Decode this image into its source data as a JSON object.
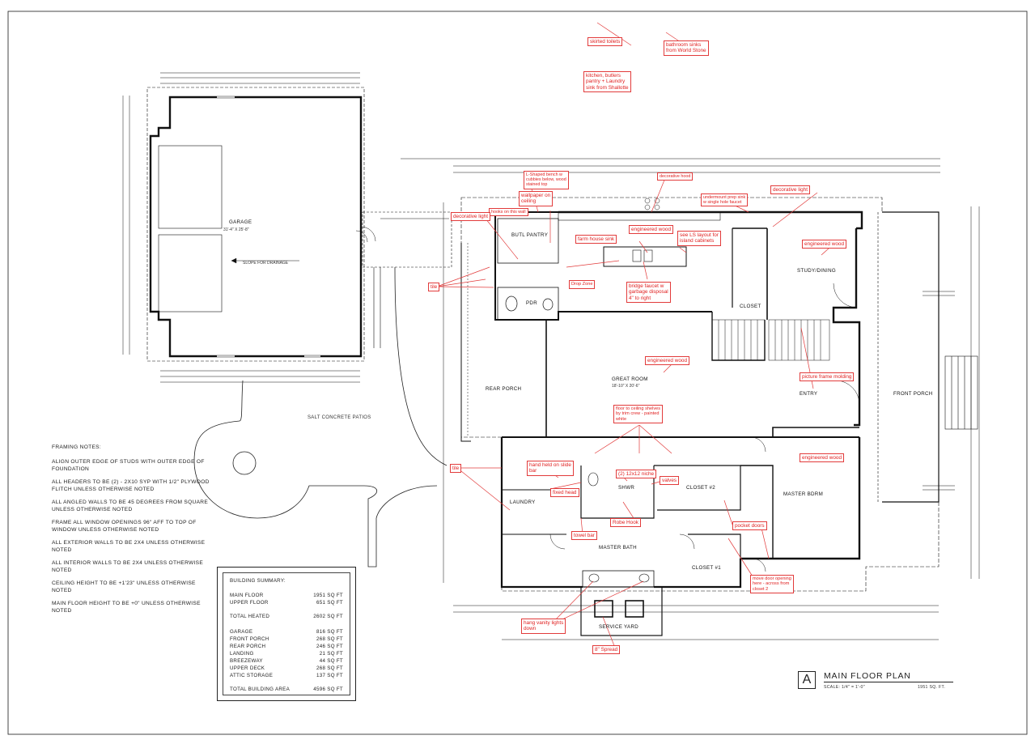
{
  "sheet": {
    "title": "MAIN FLOOR PLAN",
    "badge": "A",
    "scale": "SCALE: 1/4\" = 1'-0\"",
    "area": "1951 SQ. FT."
  },
  "rooms": {
    "garage": "GARAGE",
    "garage_dim": "31'-4\" X 25'-8\"",
    "great_room": "GREAT ROOM",
    "great_room_dim": "18'-10\" X 20'-6\"",
    "rear_porch": "REAR PORCH",
    "front_porch": "FRONT PORCH",
    "entry": "ENTRY",
    "study_dining": "STUDY/DINING",
    "master_bdrm": "MASTER BDRM",
    "master_bath": "MASTER BATH",
    "laundry": "LAUNDRY",
    "closet1": "CLOSET #1",
    "closet2": "CLOSET #2",
    "shwr": "SHWR",
    "pdr": "PDR",
    "butl_pantry": "BUTL PANTRY",
    "service_yard": "SERVICE YARD",
    "closet": "CLOSET",
    "slope": "SLOPE FOR DRAINAGE"
  },
  "patios_label": "SALT CONCRETE PATIOS",
  "framing_notes": {
    "heading": "FRAMING NOTES:",
    "items": [
      "ALIGN OUTER EDGE OF STUDS WITH OUTER EDGE OF FOUNDATION",
      "ALL HEADERS TO BE (2) - 2x10 SYP WITH 1/2\" PLYWOOD FLITCH UNLESS OTHERWISE NOTED",
      "ALL ANGLED WALLS TO BE 45 DEGREES FROM SQUARE UNLESS OTHERWISE NOTED",
      "FRAME ALL WINDOW OPENINGS 96\" AFF TO TOP OF WINDOW UNLESS OTHERWISE NOTED",
      "ALL EXTERIOR WALLS TO BE 2X4 UNLESS OTHERWISE NOTED",
      "ALL INTERIOR WALLS TO BE 2X4 UNLESS OTHERWISE NOTED",
      "CEILING HEIGHT TO BE +1'23\" UNLESS OTHERWISE NOTED",
      "MAIN FLOOR HEIGHT TO BE +0\" UNLESS OTHERWISE NOTED"
    ]
  },
  "building_summary": {
    "heading": "BUILDING SUMMARY:",
    "rows": [
      {
        "label": "MAIN FLOOR",
        "value": "1951 SQ FT"
      },
      {
        "label": "UPPER FLOOR",
        "value": "651 SQ FT"
      },
      {
        "label": "TOTAL HEATED",
        "value": "2602 SQ FT"
      },
      {
        "label": "GARAGE",
        "value": "816 SQ FT"
      },
      {
        "label": "FRONT PORCH",
        "value": "268 SQ FT"
      },
      {
        "label": "REAR PORCH",
        "value": "246 SQ FT"
      },
      {
        "label": "LANDING",
        "value": "21 SQ FT"
      },
      {
        "label": "BREEZEWAY",
        "value": "44 SQ FT"
      },
      {
        "label": "UPPER DECK",
        "value": "268 SQ FT"
      },
      {
        "label": "ATTIC STORAGE",
        "value": "137 SQ FT"
      },
      {
        "label": "TOTAL BUILDING AREA",
        "value": "4596 SQ FT"
      }
    ]
  },
  "annotations": [
    {
      "id": "skirted-toilets",
      "text": "skirted toilets"
    },
    {
      "id": "bathroom-sinks",
      "text": "bathroom sinks\nfrom World Stone"
    },
    {
      "id": "kitchen-sinks",
      "text": "kitchen, butlers\npantry + Laundry\nsink from Shallotte"
    },
    {
      "id": "l-shaped-bench",
      "text": "L-Shaped bench w\ncubbies below, wood\nstained top"
    },
    {
      "id": "decorative-hood",
      "text": "decorative hood"
    },
    {
      "id": "wallpaper",
      "text": "wallpaper on\nceiling"
    },
    {
      "id": "hooks",
      "text": "hooks on this wall"
    },
    {
      "id": "undermount-prep-sink",
      "text": "undermount prep sink\nw single hole faucet"
    },
    {
      "id": "decorative-light-1",
      "text": "decorative light"
    },
    {
      "id": "decorative-light-2",
      "text": "decorative light"
    },
    {
      "id": "engineered-wood-1",
      "text": "engineered wood"
    },
    {
      "id": "engineered-wood-2",
      "text": "engineered wood"
    },
    {
      "id": "engineered-wood-3",
      "text": "engineered wood"
    },
    {
      "id": "engineered-wood-4",
      "text": "engineered wood"
    },
    {
      "id": "farm-house-sink",
      "text": "farm house sink"
    },
    {
      "id": "island-cabinets",
      "text": "see LS layout for\nisland cabinets"
    },
    {
      "id": "drop-zone",
      "text": "Drop Zone"
    },
    {
      "id": "bridge-faucet",
      "text": "bridge faucet w\ngarbage disposal\n4\" to right"
    },
    {
      "id": "tile-1",
      "text": "tile"
    },
    {
      "id": "tile-2",
      "text": "tile"
    },
    {
      "id": "picture-frame-molding",
      "text": "picture frame molding"
    },
    {
      "id": "floor-ceiling-shelves",
      "text": "floor to ceiling shelves\nby trim crew - painted\nwhite"
    },
    {
      "id": "hand-held",
      "text": "hand held on slide\nbar"
    },
    {
      "id": "niche",
      "text": "(2) 12x12 niche"
    },
    {
      "id": "valves",
      "text": "valves"
    },
    {
      "id": "fixed-head",
      "text": "fixed head"
    },
    {
      "id": "robe-hook",
      "text": "Robe Hook"
    },
    {
      "id": "towel-bar",
      "text": "towel bar"
    },
    {
      "id": "pocket-doors",
      "text": "pocket doors"
    },
    {
      "id": "move-door",
      "text": "move door opening\nhere - across from\ncloset 2"
    },
    {
      "id": "vanity-lights",
      "text": "hang vanity lights\ndown"
    },
    {
      "id": "spread",
      "text": "8\" Spread"
    }
  ]
}
